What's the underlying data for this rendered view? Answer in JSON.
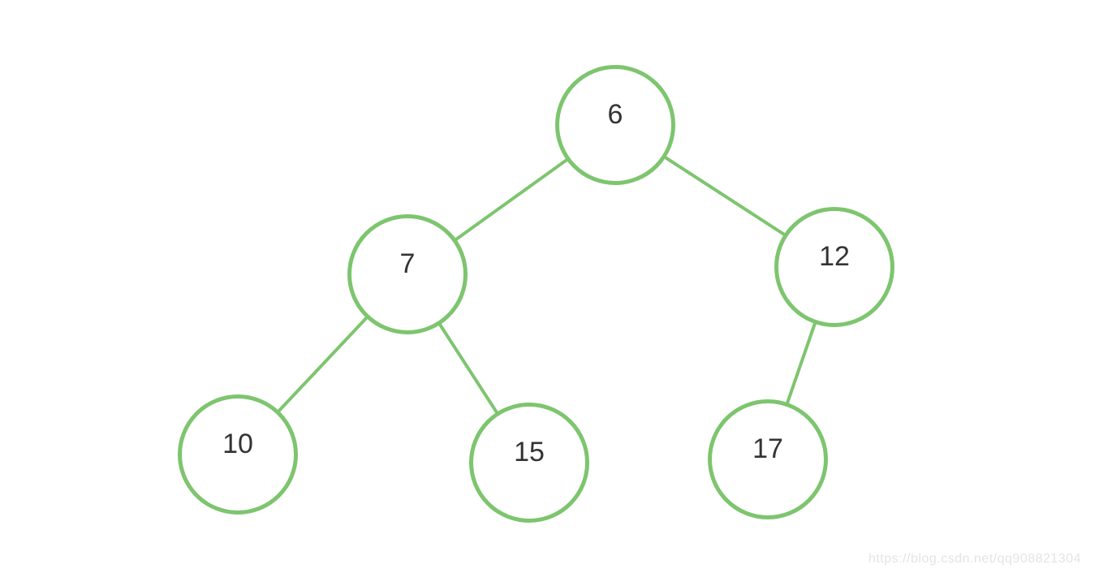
{
  "diagram": {
    "type": "binary-tree",
    "nodes": [
      {
        "id": "6",
        "value": "6",
        "role": "root"
      },
      {
        "id": "7",
        "value": "7",
        "role": "left-child-of-6"
      },
      {
        "id": "12",
        "value": "12",
        "role": "right-child-of-6"
      },
      {
        "id": "10",
        "value": "10",
        "role": "left-child-of-7"
      },
      {
        "id": "15",
        "value": "15",
        "role": "right-child-of-7"
      },
      {
        "id": "17",
        "value": "17",
        "role": "left-child-of-12"
      }
    ],
    "edges": [
      {
        "from": "6",
        "to": "7"
      },
      {
        "from": "6",
        "to": "12"
      },
      {
        "from": "7",
        "to": "10"
      },
      {
        "from": "7",
        "to": "15"
      },
      {
        "from": "12",
        "to": "17"
      }
    ]
  },
  "colors": {
    "accent": "#7dc56e",
    "text": "#333333",
    "watermark": "#e4e4e4",
    "background": "#ffffff"
  },
  "watermark": {
    "text": "https://blog.csdn.net/qq908821304"
  }
}
